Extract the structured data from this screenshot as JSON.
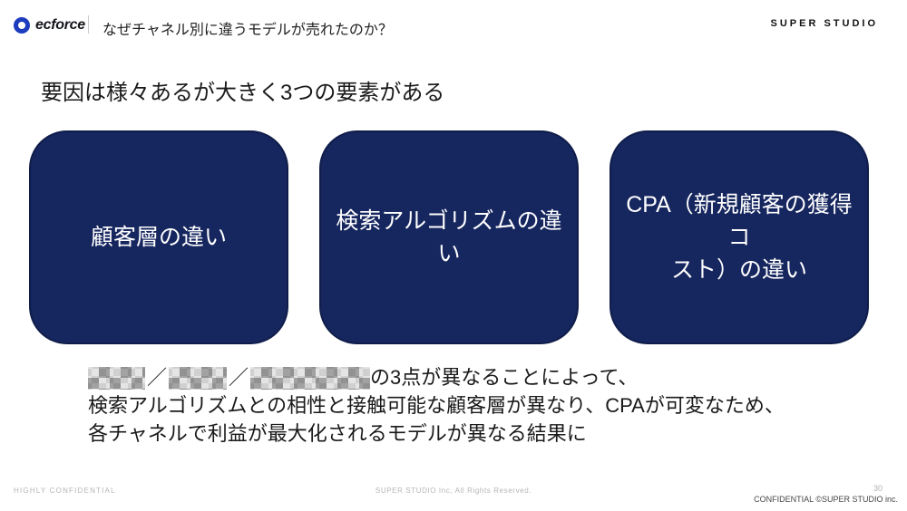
{
  "header": {
    "logo_text": "ecforce",
    "title": "なぜチャネル別に違うモデルが売れたのか？",
    "brand": "SUPER STUDIO"
  },
  "heading": "要因は様々あるが大きく3つの要素がある",
  "cards": [
    {
      "label": "顧客層の違い"
    },
    {
      "label": "検索アルゴリズムの違い"
    },
    {
      "label": "CPA（新規顧客の獲得コ\nスト）の違い"
    }
  ],
  "body": {
    "separator": "／",
    "line1_suffix": "の3点が異なることによって、",
    "line2": "検索アルゴリズムとの相性と接触可能な顧客層が異なり、CPAが可変なため、",
    "line3": "各チャネルで利益が最大化されるモデルが異なる結果に"
  },
  "footer": {
    "left": "HIGHLY CONFIDENTIAL",
    "center": "SUPER STUDIO Inc, All Rights Reserved.",
    "page_number": "30",
    "right": "CONFIDENTIAL ©SUPER STUDIO inc."
  },
  "colors": {
    "card_background": "#16265E",
    "card_border": "#0F1D4A",
    "brand_blue": "#1E3CBE",
    "footer_gray": "#B5B5B5"
  }
}
